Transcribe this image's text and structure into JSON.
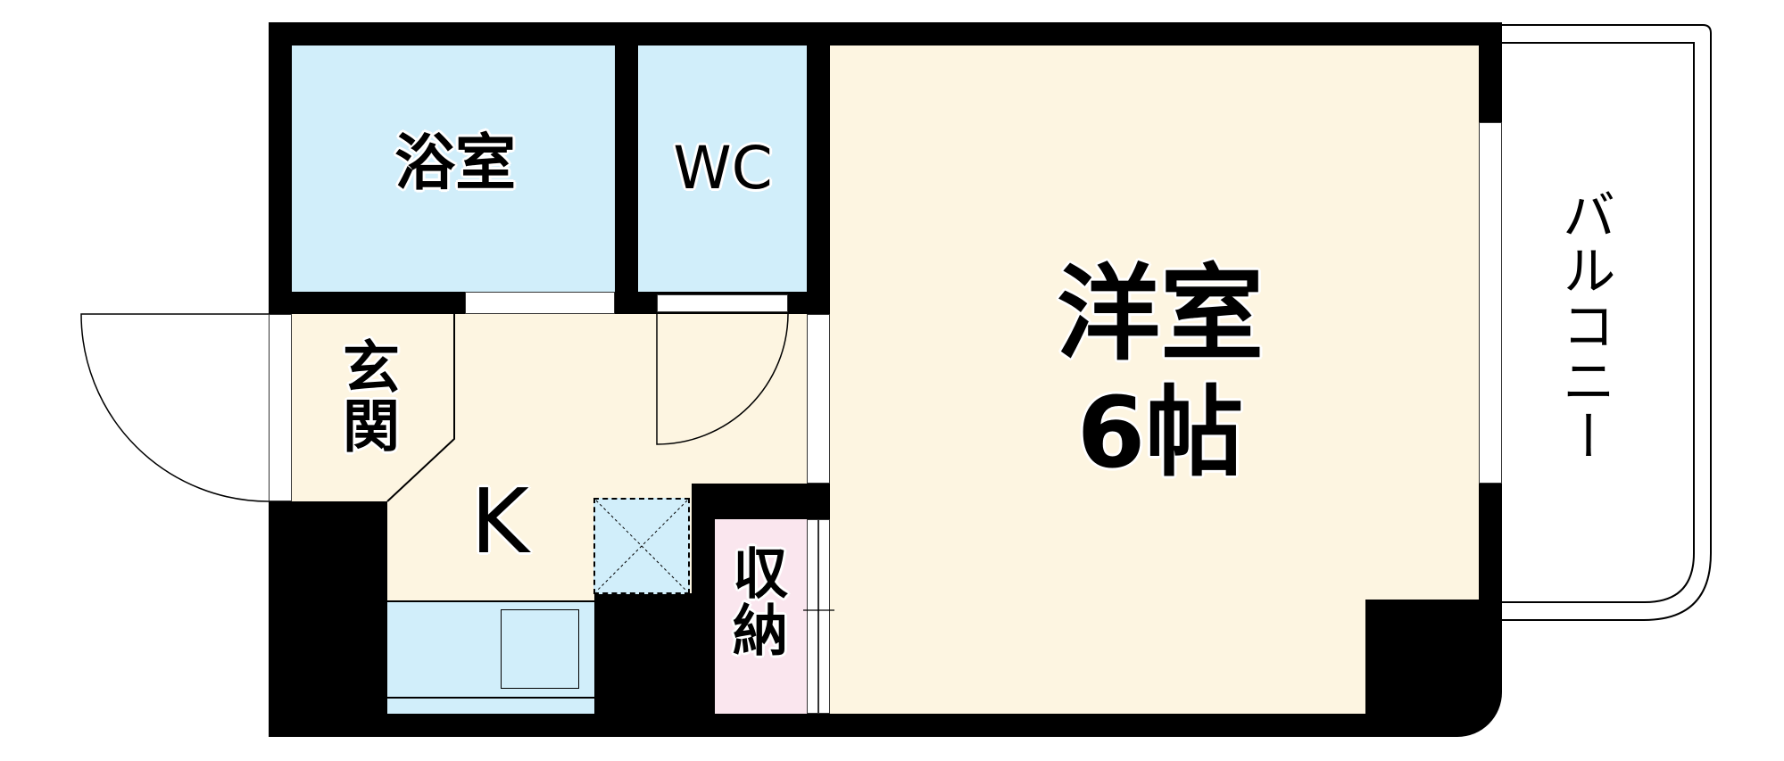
{
  "floor_plan": {
    "rooms": {
      "bathroom": {
        "label": "浴室",
        "color": "#d1eefa"
      },
      "toilet": {
        "label": "WC",
        "color": "#d1eefa"
      },
      "entrance": {
        "label": "玄関",
        "color": "#fdf5e1"
      },
      "kitchen": {
        "label": "K",
        "color": "#fdf5e1"
      },
      "storage": {
        "label": "収納",
        "color": "#fae6ee"
      },
      "western_room": {
        "label": "洋室",
        "size": "6帖",
        "color": "#fdf5e1"
      },
      "balcony": {
        "label": "バルコニー",
        "color": "#ffffff"
      }
    },
    "fixtures": {
      "sink_counter": "kitchen-counter",
      "fridge_space": "refrigerator-space"
    },
    "wall_color": "#000000"
  }
}
